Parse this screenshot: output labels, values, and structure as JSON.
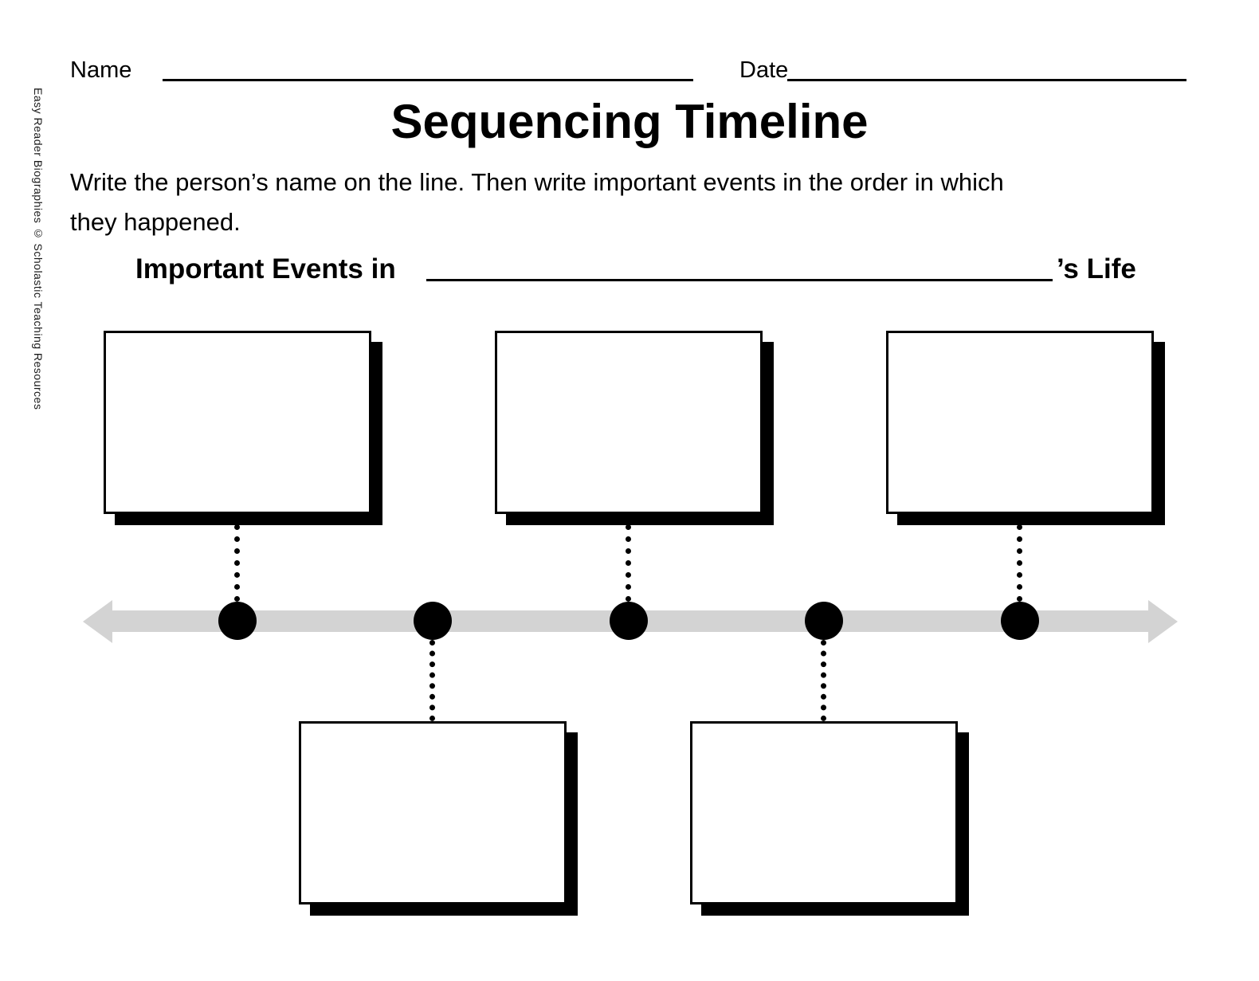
{
  "colors": {
    "ink": "#000000",
    "paper": "#ffffff",
    "timeline_gray": "#d3d3d3"
  },
  "header": {
    "name_label": "Name",
    "name_value": "",
    "date_label": "Date",
    "date_value": ""
  },
  "title": "Sequencing Timeline",
  "instructions_lines": [
    "Write the person’s name on the line. Then write important events in the order in which",
    "they happened."
  ],
  "subtitle": {
    "prefix": "Important Events in",
    "blank_value": "",
    "suffix": "’s Life"
  },
  "credit": "Easy Reader Biographies © Scholastic Teaching Resources",
  "timeline": {
    "dot_count": 5,
    "event_boxes": [
      {
        "id": "event-1",
        "row": "top",
        "order": 1,
        "value": ""
      },
      {
        "id": "event-2",
        "row": "bottom",
        "order": 2,
        "value": ""
      },
      {
        "id": "event-3",
        "row": "top",
        "order": 3,
        "value": ""
      },
      {
        "id": "event-4",
        "row": "bottom",
        "order": 4,
        "value": ""
      },
      {
        "id": "event-5",
        "row": "top",
        "order": 5,
        "value": ""
      }
    ]
  }
}
